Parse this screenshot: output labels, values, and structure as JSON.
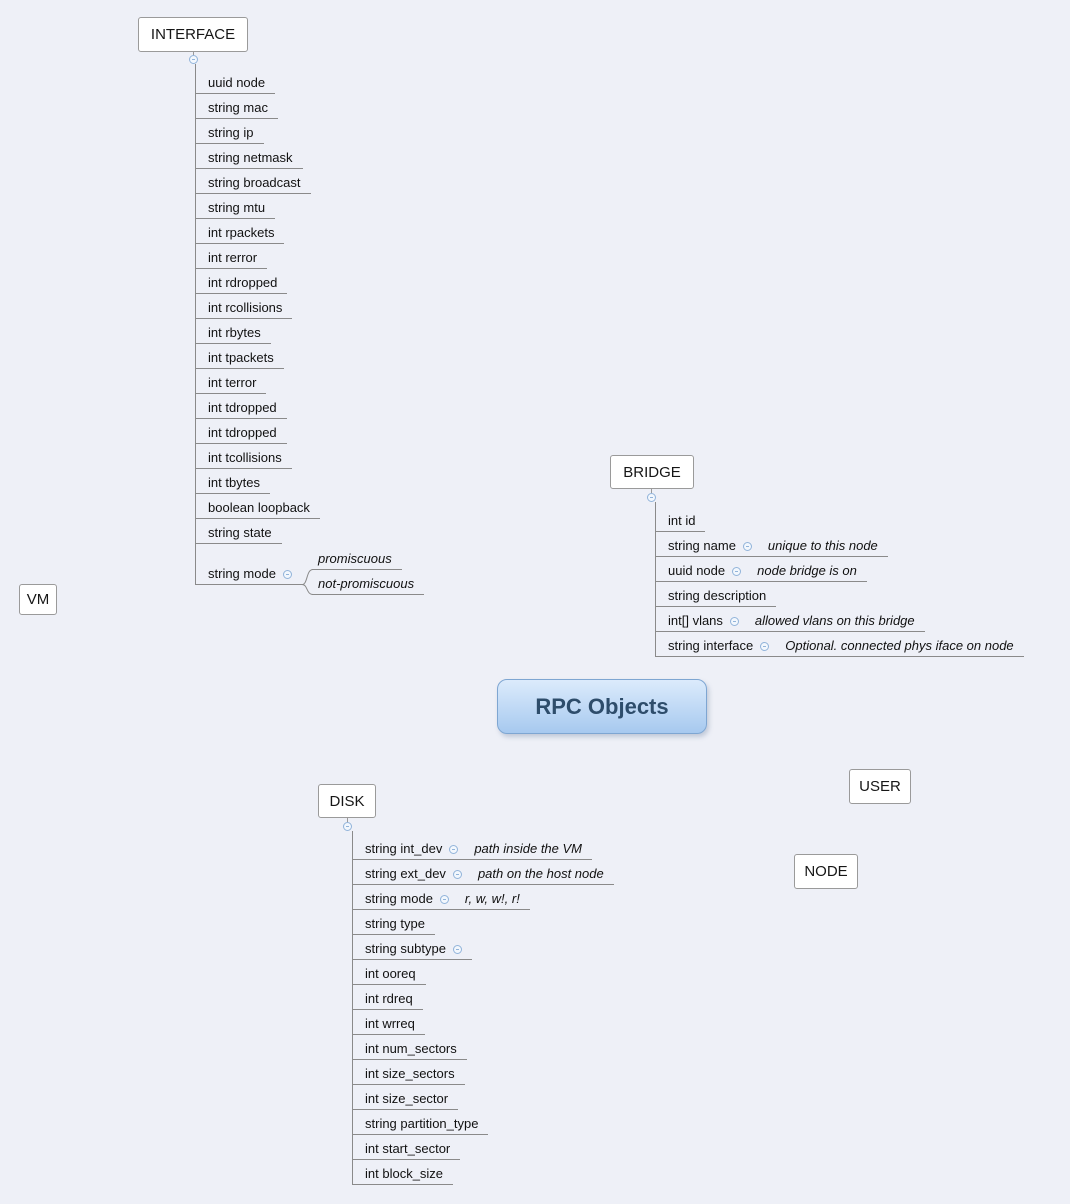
{
  "root_node": {
    "label": "RPC Objects"
  },
  "colors": {
    "background": "#eef0f7",
    "edge": "#8a8a8a",
    "root_fill_top": "#dcebfc",
    "root_fill_bottom": "#a7c9ef",
    "root_border": "#7ea6d2",
    "root_text": "#2e4d6b",
    "fold_circle": "#92b4da"
  },
  "icons": {
    "fold_circle": "small-light-blue-outline-circle"
  },
  "sections": {
    "interface": {
      "title": "INTERFACE",
      "attrs": [
        "uuid node",
        "string mac",
        "string ip",
        "string netmask",
        "string broadcast",
        "string mtu",
        "int rpackets",
        "int rerror",
        "int rdropped",
        "int rcollisions",
        "int rbytes",
        "int tpackets",
        "int terror",
        "int tdropped",
        "int tdropped",
        "int tcollisions",
        "int tbytes",
        "boolean loopback",
        "string state"
      ],
      "mode": {
        "label": "string mode",
        "options": [
          "promiscuous",
          "not-promiscuous"
        ]
      }
    },
    "vm": {
      "title": "VM"
    },
    "bridge": {
      "title": "BRIDGE",
      "attrs": [
        {
          "label": "int id"
        },
        {
          "label": "string name",
          "has_icon": true,
          "note": "unique to this node"
        },
        {
          "label": "uuid node",
          "has_icon": true,
          "note": "node bridge is on"
        },
        {
          "label": "string description"
        },
        {
          "label": "int[] vlans",
          "has_icon": true,
          "note": "allowed vlans on this bridge"
        },
        {
          "label": "string interface",
          "has_icon": true,
          "note": "Optional. connected phys iface on node"
        }
      ]
    },
    "disk": {
      "title": "DISK",
      "attrs": [
        {
          "label": "string int_dev",
          "has_icon": true,
          "note": "path inside the VM"
        },
        {
          "label": "string ext_dev",
          "has_icon": true,
          "note": "path on the host node"
        },
        {
          "label": "string mode",
          "has_icon": true,
          "note": "r, w, w!, r!"
        },
        {
          "label": "string type"
        },
        {
          "label": "string subtype",
          "has_icon": true
        },
        {
          "label": "int ooreq"
        },
        {
          "label": "int rdreq"
        },
        {
          "label": "int wrreq"
        },
        {
          "label": "int num_sectors"
        },
        {
          "label": "int size_sectors"
        },
        {
          "label": "int size_sector"
        },
        {
          "label": "string partition_type"
        },
        {
          "label": "int start_sector"
        },
        {
          "label": "int block_size"
        }
      ]
    },
    "user": {
      "title": "USER"
    },
    "node": {
      "title": "NODE"
    }
  }
}
